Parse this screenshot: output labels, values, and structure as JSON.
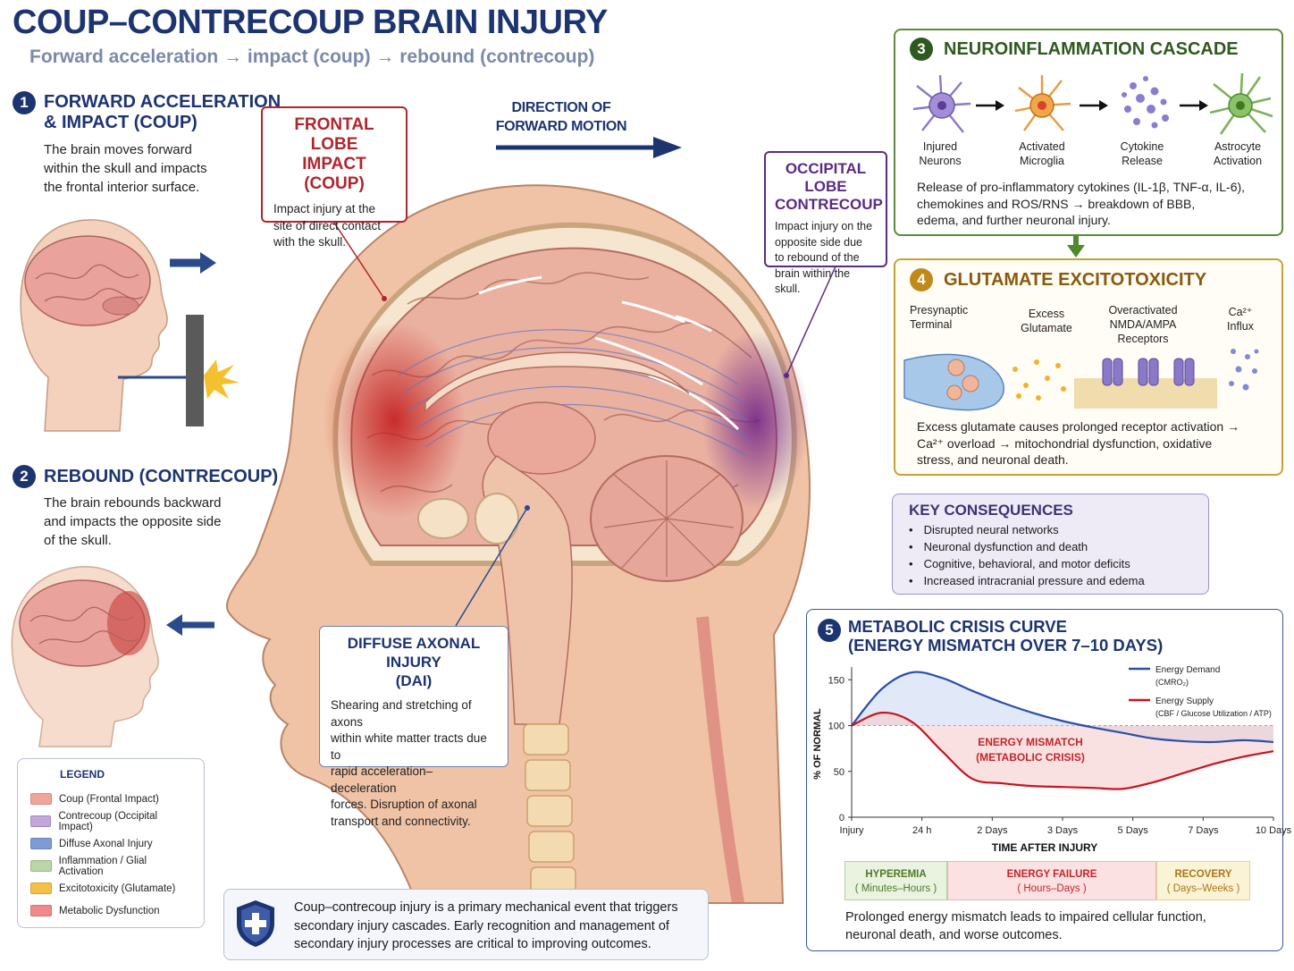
{
  "title": "COUP–CONTRECOUP BRAIN INJURY",
  "subtitle": "Forward acceleration → impact (coup) → rebound (contrecoup)",
  "section1": {
    "number": "1",
    "heading_line1": "FORWARD ACCELERATION",
    "heading_line2": "& IMPACT (COUP)",
    "body": [
      "The brain moves forward",
      "within the skull and impacts",
      "the frontal interior surface."
    ]
  },
  "section2": {
    "number": "2",
    "heading": "REBOUND (CONTRECOUP)",
    "body": [
      "The brain rebounds backward",
      "and impacts the opposite side",
      "of the skull."
    ]
  },
  "direction_label": [
    "DIRECTION OF",
    "FORWARD MOTION"
  ],
  "frontal_callout": {
    "title": [
      "FRONTAL LOBE",
      "IMPACT (COUP)"
    ],
    "body": [
      "Impact injury at the",
      "site of direct contact",
      "with the skull."
    ]
  },
  "occipital_callout": {
    "title": [
      "OCCIPITAL LOBE",
      "CONTRECOUP"
    ],
    "body": [
      "Impact injury on the",
      "opposite side due",
      "to rebound of the",
      "brain within the skull."
    ]
  },
  "dai_callout": {
    "title": [
      "DIFFUSE AXONAL INJURY",
      "(DAI)"
    ],
    "body": [
      "Shearing and stretching of axons",
      "within white matter tracts due to",
      "rapid acceleration–deceleration",
      "forces. Disruption of axonal",
      "transport and connectivity."
    ]
  },
  "legend": {
    "title": "LEGEND",
    "items": [
      {
        "label": "Coup (Frontal Impact)",
        "color": "#f2a49a"
      },
      {
        "label": "Contrecoup (Occipital Impact)",
        "color": "#c3a6dc"
      },
      {
        "label": "Diffuse Axonal Injury",
        "color": "#7f9bd6"
      },
      {
        "label": "Inflammation / Glial Activation",
        "color": "#b9d7a4"
      },
      {
        "label": "Excitotoxicity (Glutamate)",
        "color": "#f6c044"
      },
      {
        "label": "Metabolic Dysfunction",
        "color": "#f08a8a"
      }
    ]
  },
  "bottom_note": [
    "Coup–contrecoup injury is a primary mechanical event that triggers",
    "secondary injury cascades. Early recognition and management of",
    "secondary injury processes are critical to improving outcomes."
  ],
  "section3": {
    "number": "3",
    "heading": "NEUROINFLAMMATION CASCADE",
    "stages": [
      {
        "label": [
          "Injured",
          "Neurons"
        ]
      },
      {
        "label": [
          "Activated",
          "Microglia"
        ]
      },
      {
        "label": [
          "Cytokine",
          "Release"
        ]
      },
      {
        "label": [
          "Astrocyte",
          "Activation"
        ]
      }
    ],
    "body": [
      "Release of pro-inflammatory cytokines (IL-1β, TNF-α, IL-6),",
      "chemokines and ROS/RNS → breakdown of BBB,",
      "edema, and further neuronal injury."
    ]
  },
  "section4": {
    "number": "4",
    "heading": "GLUTAMATE EXCITOTOXICITY",
    "labels": {
      "presynaptic": [
        "Presynaptic",
        "Terminal"
      ],
      "glutamate": [
        "Excess",
        "Glutamate"
      ],
      "receptors": [
        "Overactivated",
        "NMDA/AMPA",
        "Receptors"
      ],
      "calcium": [
        "Ca²⁺",
        "Influx"
      ]
    },
    "body": [
      "Excess glutamate causes prolonged receptor activation →",
      "Ca²⁺ overload → mitochondrial dysfunction, oxidative",
      "stress, and neuronal death."
    ]
  },
  "key_consequences": {
    "heading": "KEY CONSEQUENCES",
    "items": [
      "Disrupted neural networks",
      "Neuronal dysfunction and death",
      "Cognitive, behavioral, and motor deficits",
      "Increased intracranial pressure and edema"
    ]
  },
  "section5": {
    "number": "5",
    "heading_line1": "METABOLIC CRISIS CURVE",
    "heading_line2": "(ENERGY MISMATCH OVER 7–10 DAYS)",
    "mismatch_label": [
      "ENERGY MISMATCH",
      "(METABOLIC CRISIS)"
    ],
    "phases": [
      {
        "name": "HYPEREMIA",
        "range": "( Minutes–Hours )",
        "color": "#eaf3df",
        "text_color": "#4d7a2a"
      },
      {
        "name": "ENERGY FAILURE",
        "range": "( Hours–Days )",
        "color": "#fbe1e1",
        "text_color": "#c0262d"
      },
      {
        "name": "RECOVERY",
        "range": "( Days–Weeks )",
        "color": "#fbf3d5",
        "text_color": "#a9761c"
      }
    ],
    "footer": [
      "Prolonged energy mismatch leads to impaired cellular function,",
      "neuronal death, and worse outcomes."
    ]
  },
  "chart_data": {
    "type": "line",
    "title": "",
    "xlabel": "TIME AFTER INJURY",
    "ylabel": "% OF NORMAL",
    "x_ticks": [
      "Injury",
      "24 h",
      "2 Days",
      "3 Days",
      "5 Days",
      "7 Days",
      "10 Days"
    ],
    "x": [
      0,
      0.5,
      1,
      1.5,
      2,
      2.5,
      3,
      3.5,
      4,
      4.5,
      5,
      5.5,
      6,
      6.5,
      7
    ],
    "yticks": [
      0,
      50,
      100,
      150
    ],
    "ylim": [
      0,
      160
    ],
    "reference_line": 100,
    "legend_position": "top-right",
    "series": [
      {
        "name": "Energy Demand",
        "sub": "(CMRO₂)",
        "color": "#2a4fa8",
        "values": [
          100,
          140,
          158,
          152,
          138,
          125,
          114,
          105,
          98,
          92,
          86,
          83,
          82,
          84,
          82
        ]
      },
      {
        "name": "Energy Supply",
        "sub": "(CBF / Glucose Utilization / ATP)",
        "color": "#c8141e",
        "values": [
          100,
          114,
          104,
          72,
          42,
          37,
          34,
          33,
          32,
          31,
          38,
          48,
          58,
          66,
          72
        ]
      }
    ]
  }
}
